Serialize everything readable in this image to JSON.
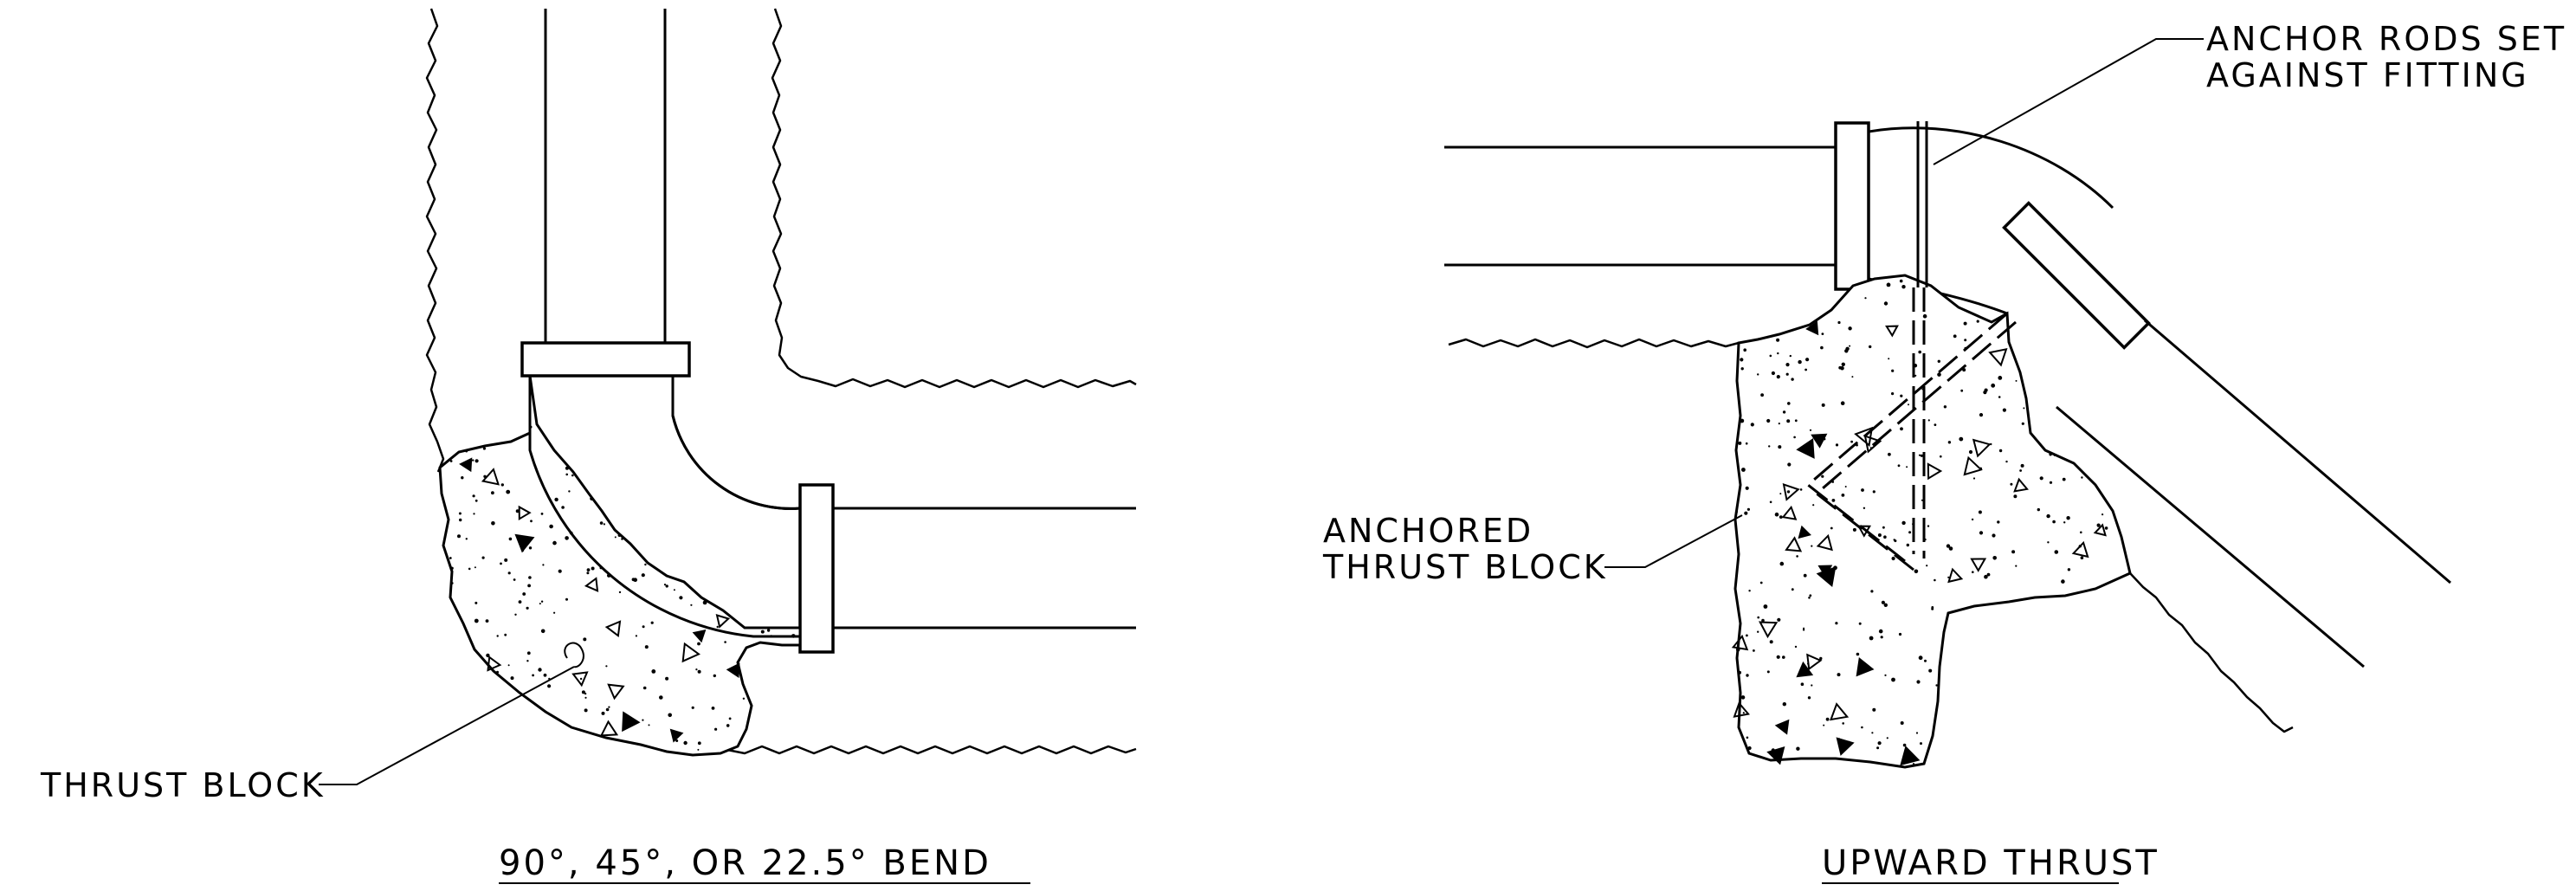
{
  "left_detail": {
    "label": "THRUST BLOCK",
    "caption": "90°, 45°, OR 22.5° BEND"
  },
  "right_detail": {
    "anchor_label_line1": "ANCHOR RODS SET",
    "anchor_label_line2": "AGAINST FITTING",
    "block_label_line1": "ANCHORED",
    "block_label_line2": "THRUST BLOCK",
    "caption": "UPWARD THRUST"
  }
}
